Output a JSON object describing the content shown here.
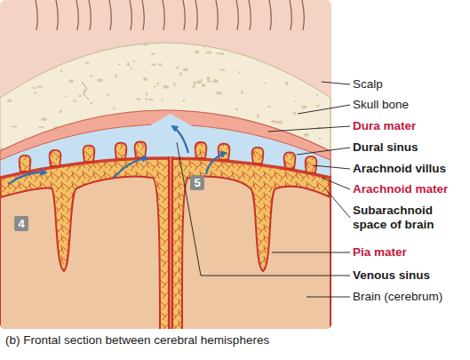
{
  "diagram": {
    "caption": "(b) Frontal section between cerebral hemispheres",
    "labels": [
      "Scalp",
      "Skull bone",
      "Dura mater",
      "Dural sinus",
      "Arachnoid villus",
      "Arachnoid mater",
      "Subarachnoid space of brain",
      "Pia mater",
      "Venous sinus",
      "Brain (cerebrum)",
      "5",
      "4"
    ]
  }
}
